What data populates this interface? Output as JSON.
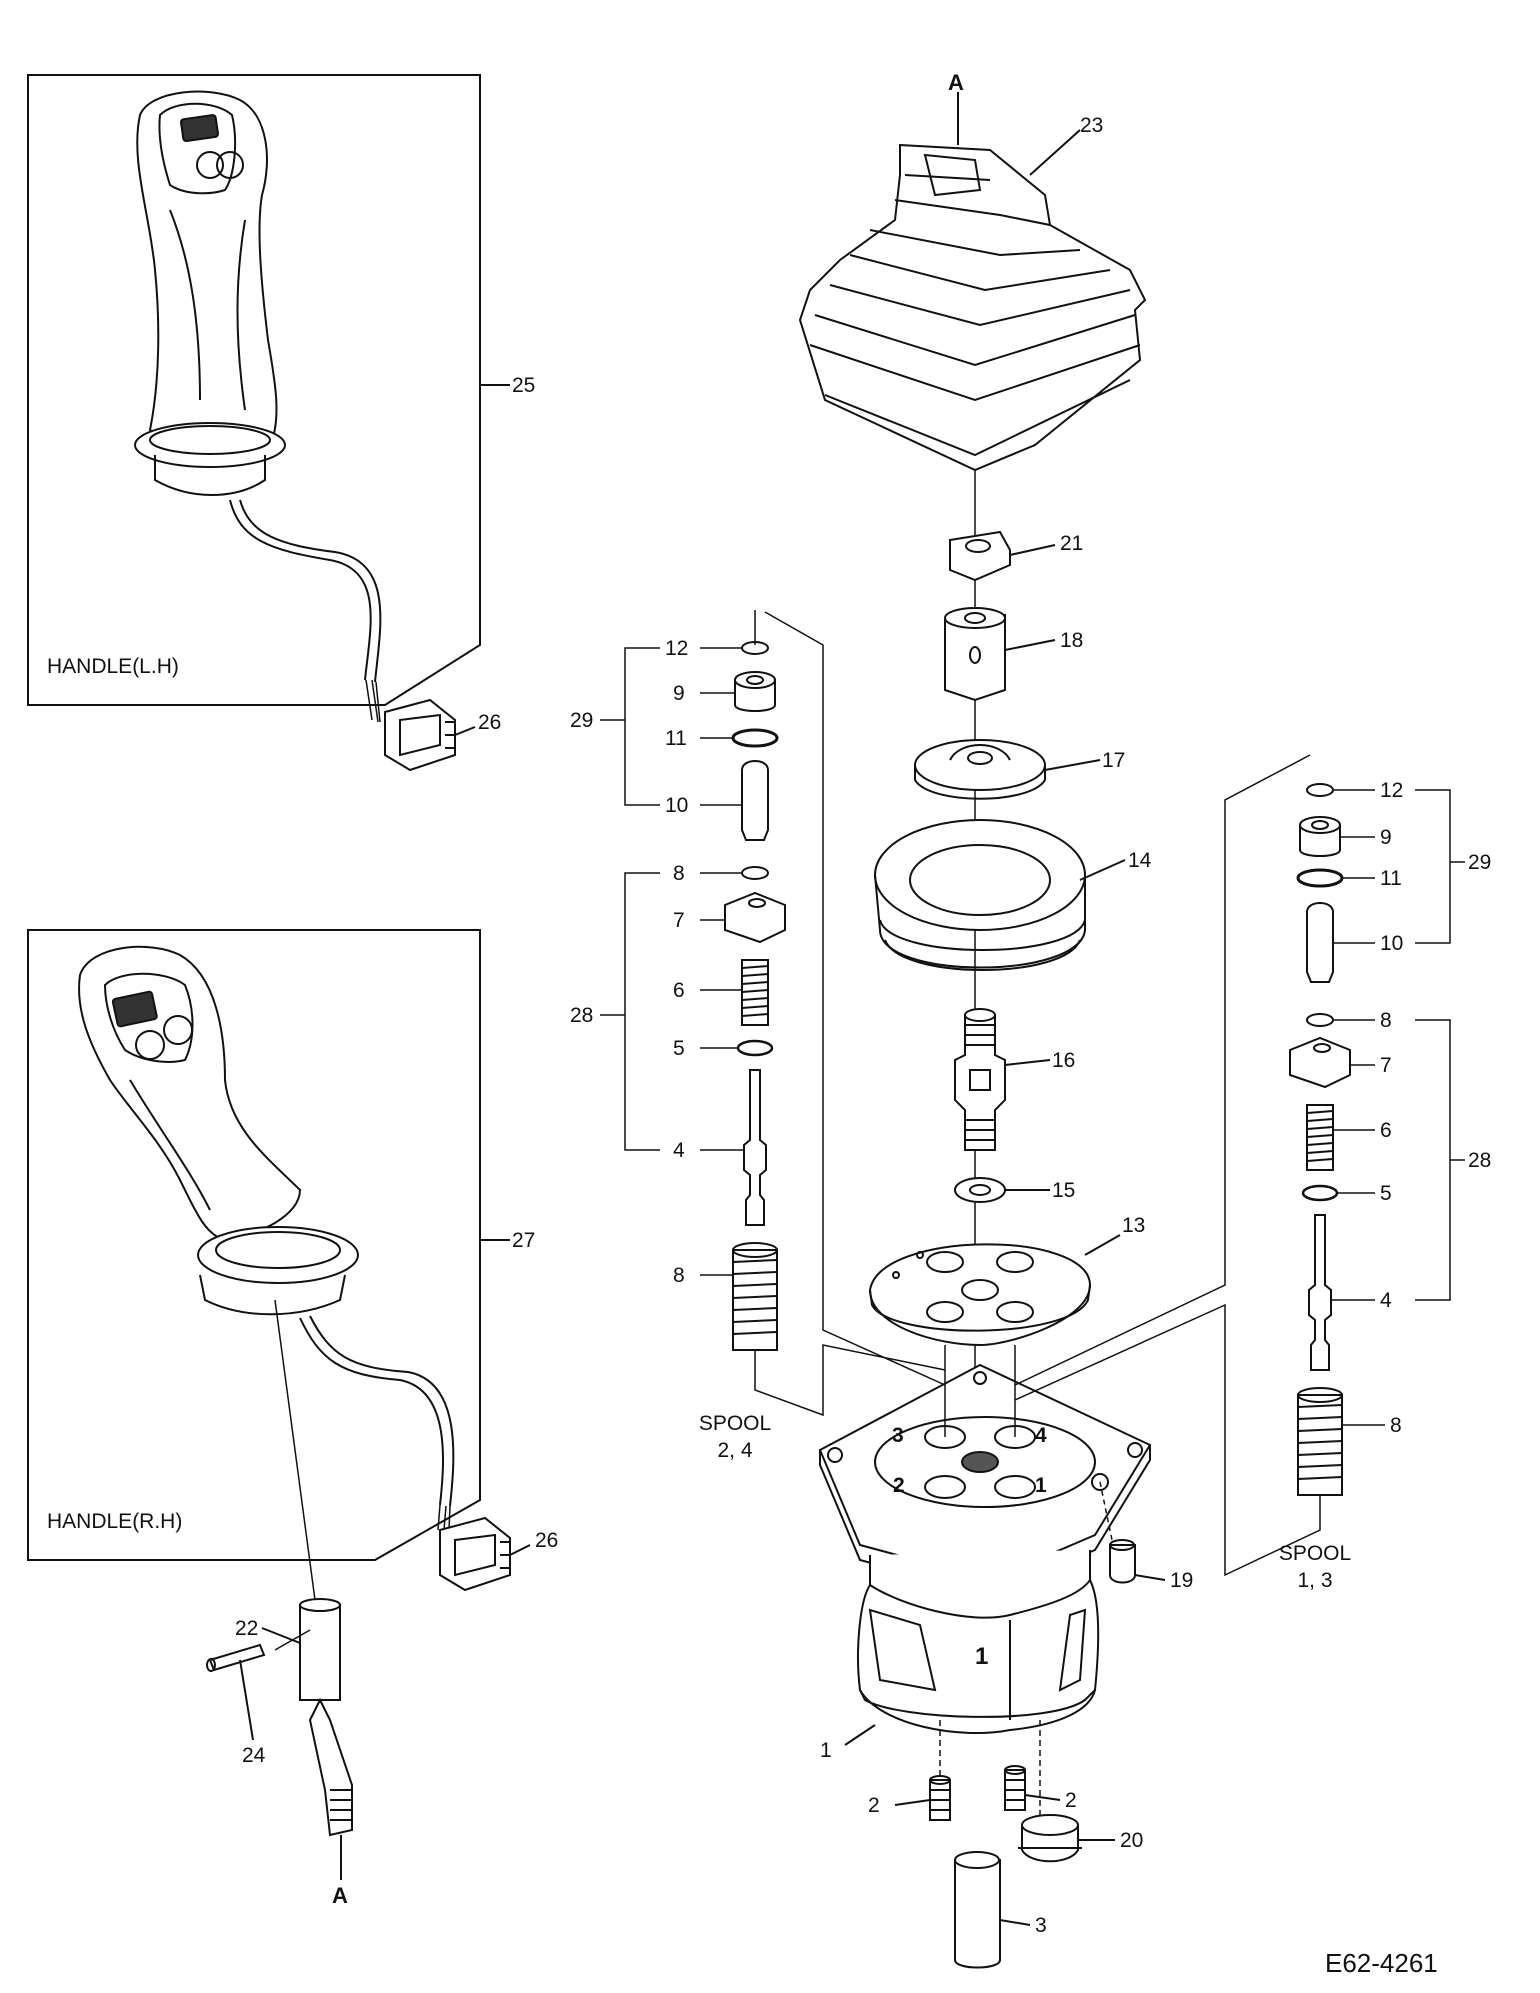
{
  "drawing_id": "E62-4261",
  "view_marker": "A",
  "handle_left_caption": "HANDLE(L.H)",
  "handle_right_caption": "HANDLE(R.H)",
  "spool_left": {
    "line1": "SPOOL",
    "line2": "2, 4"
  },
  "spool_right": {
    "line1": "SPOOL",
    "line2": "1, 3"
  },
  "port_numbers": [
    "1",
    "2",
    "3",
    "4"
  ],
  "housing_mark": "1",
  "callouts": {
    "c1": "1",
    "c2a": "2",
    "c2b": "2",
    "c3": "3",
    "c4l": "4",
    "c4r": "4",
    "c5l": "5",
    "c5r": "5",
    "c6l": "6",
    "c6r": "6",
    "c7l": "7",
    "c7r": "7",
    "c8l_top": "8",
    "c8l_bot": "8",
    "c8r_top": "8",
    "c8r_bot": "8",
    "c9l": "9",
    "c9r": "9",
    "c10l": "10",
    "c10r": "10",
    "c11l": "11",
    "c11r": "11",
    "c12l": "12",
    "c12r": "12",
    "c13": "13",
    "c14": "14",
    "c15": "15",
    "c16": "16",
    "c17": "17",
    "c18": "18",
    "c19": "19",
    "c20": "20",
    "c21": "21",
    "c22": "22",
    "c23": "23",
    "c24": "24",
    "c25": "25",
    "c26a": "26",
    "c26b": "26",
    "c27": "27",
    "c28l": "28",
    "c28r": "28",
    "c29l": "29",
    "c29r": "29"
  }
}
